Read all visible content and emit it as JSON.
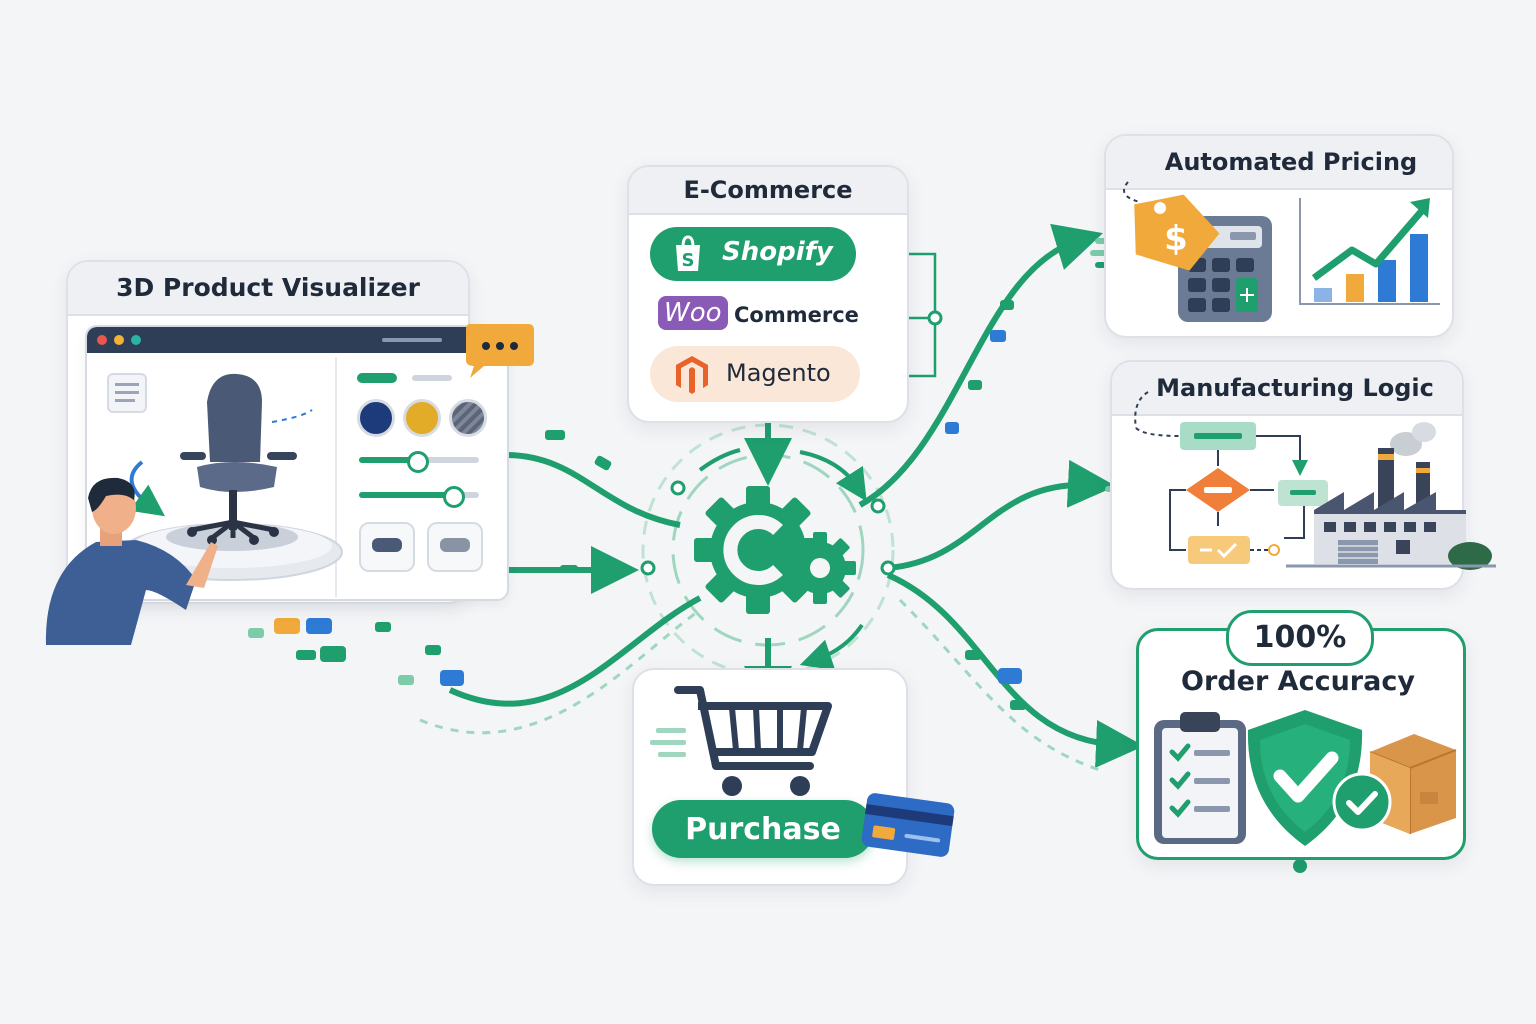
{
  "visualizer": {
    "title": "3D Product Visualizer"
  },
  "ecommerce": {
    "title": "E-Commerce",
    "platforms": [
      "Shopify",
      "Woo",
      "Commerce",
      "Magento"
    ]
  },
  "pricing": {
    "title": "Automated Pricing"
  },
  "manufacturing": {
    "title": "Manufacturing Logic"
  },
  "accuracy": {
    "badge": "100%",
    "title": "Order Accuracy"
  },
  "purchase": {
    "label": "Purchase"
  },
  "colors": {
    "brand_green": "#1f9e6e",
    "accent_orange": "#f0a93a",
    "accent_blue": "#2e7bd6",
    "navy": "#1d3a7a",
    "magento_orange": "#e8622a",
    "woo_purple": "#8a5bb6"
  },
  "icons": [
    "chat-bubble-icon",
    "gear-icon",
    "shopping-cart-icon",
    "credit-card-icon",
    "price-tag-icon",
    "calculator-icon",
    "bar-chart-icon",
    "flowchart-icon",
    "factory-icon",
    "clipboard-check-icon",
    "shield-check-icon",
    "package-box-icon",
    "office-chair-icon",
    "person-icon"
  ]
}
